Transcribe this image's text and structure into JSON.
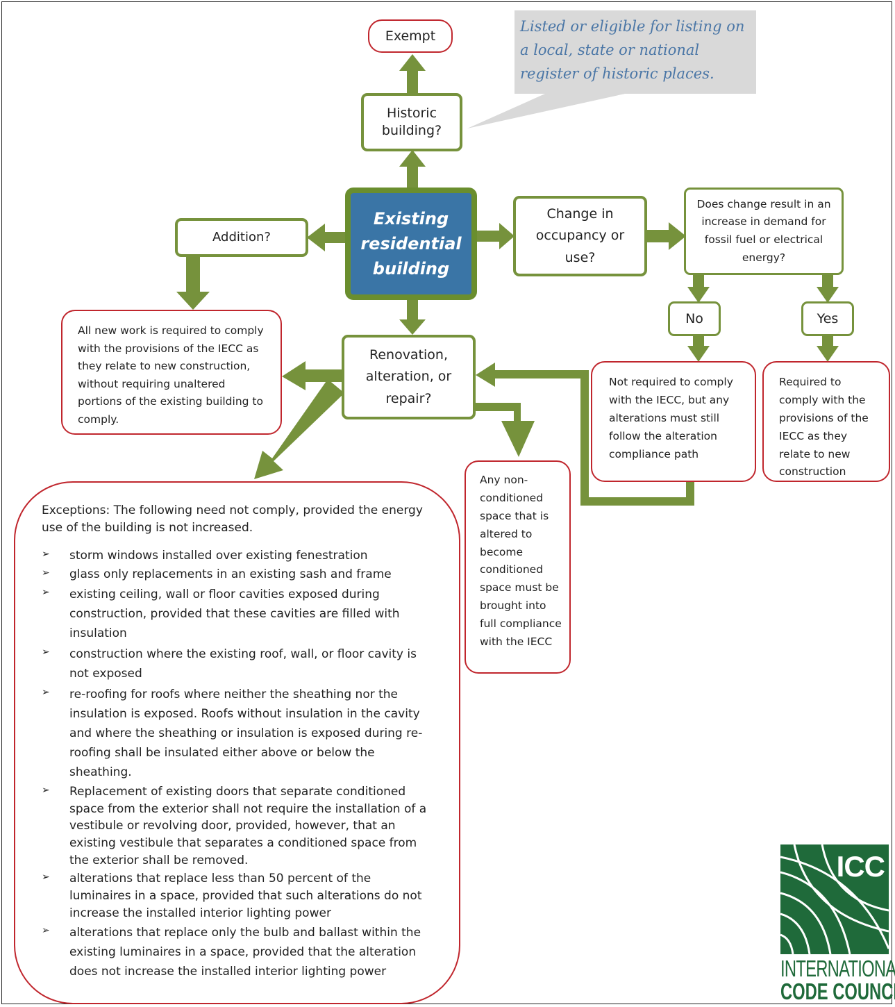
{
  "nodes": {
    "exempt": "Exempt",
    "historic": "Historic building?",
    "callout": "Listed or eligible for listing on a local, state or national register of historic places.",
    "center": "Existing residential building",
    "addition": "Addition?",
    "addition_result": "All new work is required to comply with the provisions of the IECC as they relate to new construction, without requiring unaltered portions of the existing building to comply.",
    "change": "Change in occupancy or use?",
    "demand": "Does change result in an increase in demand for fossil fuel or electrical energy?",
    "no": "No",
    "yes": "Yes",
    "no_result": "Not required to comply with the IECC, but any alterations must still follow the alteration compliance path",
    "yes_result": "Required to comply with the provisions of the IECC as they relate to new construction",
    "renovation": "Renovation, alteration, or repair?",
    "nonconditioned": "Any non-conditioned space that is altered to become conditioned space must be brought into full compliance with the IECC"
  },
  "exceptions": {
    "intro": "Exceptions: The following need not comply, provided the energy use of the building is not increased.",
    "items": [
      "storm windows installed over existing fenestration",
      "glass only replacements in an existing sash and frame",
      "existing ceiling, wall or floor cavities exposed during construction, provided that these cavities are filled with insulation",
      "construction where the existing roof, wall, or floor cavity is not exposed",
      "re-roofing for roofs where neither the sheathing nor the insulation is exposed. Roofs without insulation in the cavity and where the sheathing or insulation is exposed during re-roofing shall be insulated either above or below the sheathing.",
      "Replacement of existing doors that separate conditioned space from the exterior shall not require the installation of a vestibule or revolving door, provided, however, that an existing vestibule that separates a conditioned space from the exterior shall be removed.",
      "alterations that replace less than 50 percent of the luminaires in a space, provided that such alterations do not increase the installed interior lighting power",
      "alterations that replace only the bulb and ballast within the existing luminaires in a space, provided that the alteration does not increase the installed interior lighting power"
    ]
  },
  "logo": {
    "abbr": "ICC",
    "line1": "INTERNATIONAL",
    "line2": "CODE COUNCIL",
    "mark": "®"
  },
  "colors": {
    "arrow": "#76923c",
    "green_border": "#76923c",
    "red_border": "#c0262d",
    "center_fill": "#3a75a6",
    "callout_fill": "#d9d9d9",
    "callout_text": "#4a76a6",
    "logo_green": "#1f6a3a"
  }
}
